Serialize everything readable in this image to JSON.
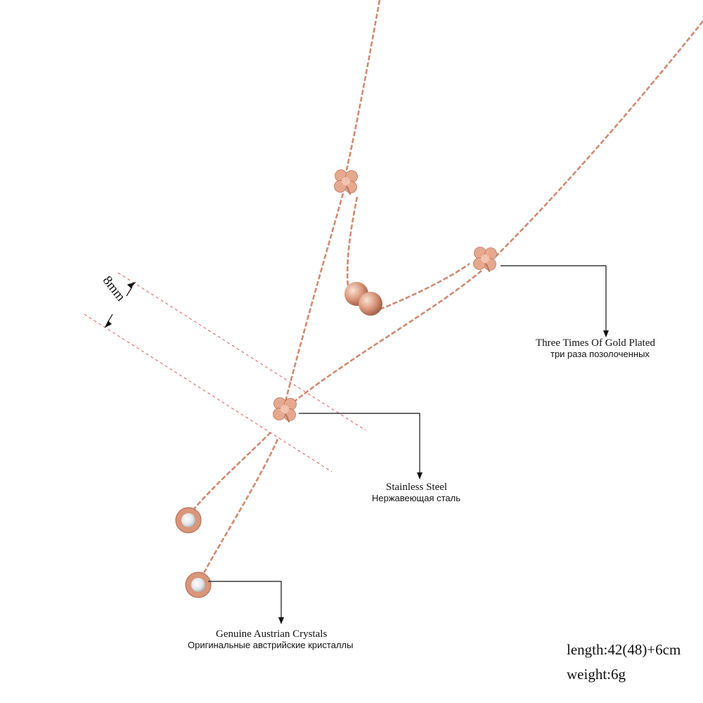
{
  "dimension": {
    "text": "8mm"
  },
  "annotations": {
    "plating": {
      "en": "Three Times Of Gold Plated",
      "ru": "три раза позолоченных"
    },
    "steel": {
      "en": "Stainless Steel",
      "ru": "Нержавеющая сталь"
    },
    "crystal": {
      "en": "Genuine Austrian Crystals",
      "ru": "Оригинальные австрийские кристаллы"
    }
  },
  "specs": {
    "length": "length:42(48)+6cm",
    "weight": "weight:6g"
  },
  "colors": {
    "rose_gold": "#d9967a",
    "rose_gold_dark": "#b9725a",
    "guide_line": "#e05a5a"
  }
}
